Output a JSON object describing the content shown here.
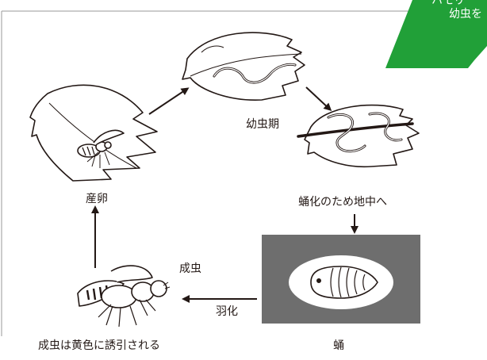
{
  "colors": {
    "accent_green": "#21a038",
    "pupa_background": "#6e6e6e",
    "ink": "#231815",
    "frame": "#9a9a9a"
  },
  "corner_badge": {
    "line1": "ハモリ",
    "line2": "幼虫を"
  },
  "stages": {
    "egg_laying": "産卵",
    "larva": "幼虫期",
    "to_soil": "蛹化のため地中へ",
    "pupa": "蛹",
    "emergence": "羽化",
    "adult": "成虫",
    "adult_note": "成虫は黄色に誘引される"
  }
}
